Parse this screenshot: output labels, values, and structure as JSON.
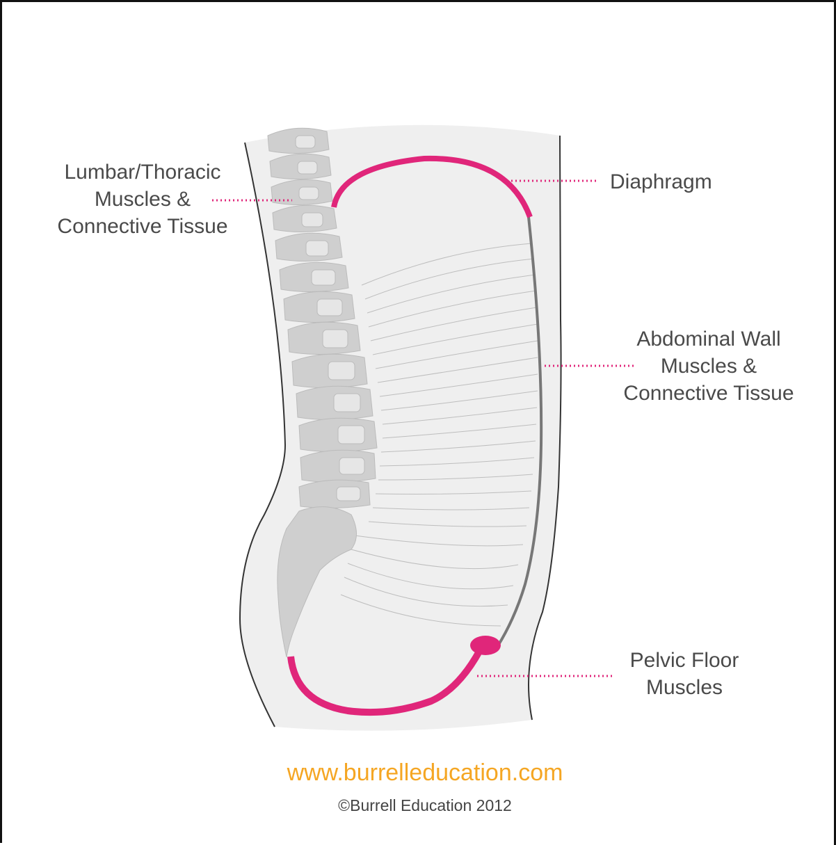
{
  "labels": {
    "lumbar": [
      "Lumbar/Thoracic",
      "Muscles &",
      "Connective Tissue"
    ],
    "diaphragm": [
      "Diaphragm"
    ],
    "abdominal": [
      "Abdominal Wall",
      "Muscles &",
      "Connective Tissue"
    ],
    "pelvic": [
      "Pelvic Floor",
      "Muscles"
    ]
  },
  "footer": {
    "website": "www.burrelleducation.com",
    "copyright": "©Burrell Education 2012"
  },
  "colors": {
    "accent_pink": "#e0267a",
    "body_fill": "#efefef",
    "bone": "#cfcfcf",
    "outline": "#333333",
    "website_orange": "#f5a623",
    "text": "#4a4a4a"
  }
}
